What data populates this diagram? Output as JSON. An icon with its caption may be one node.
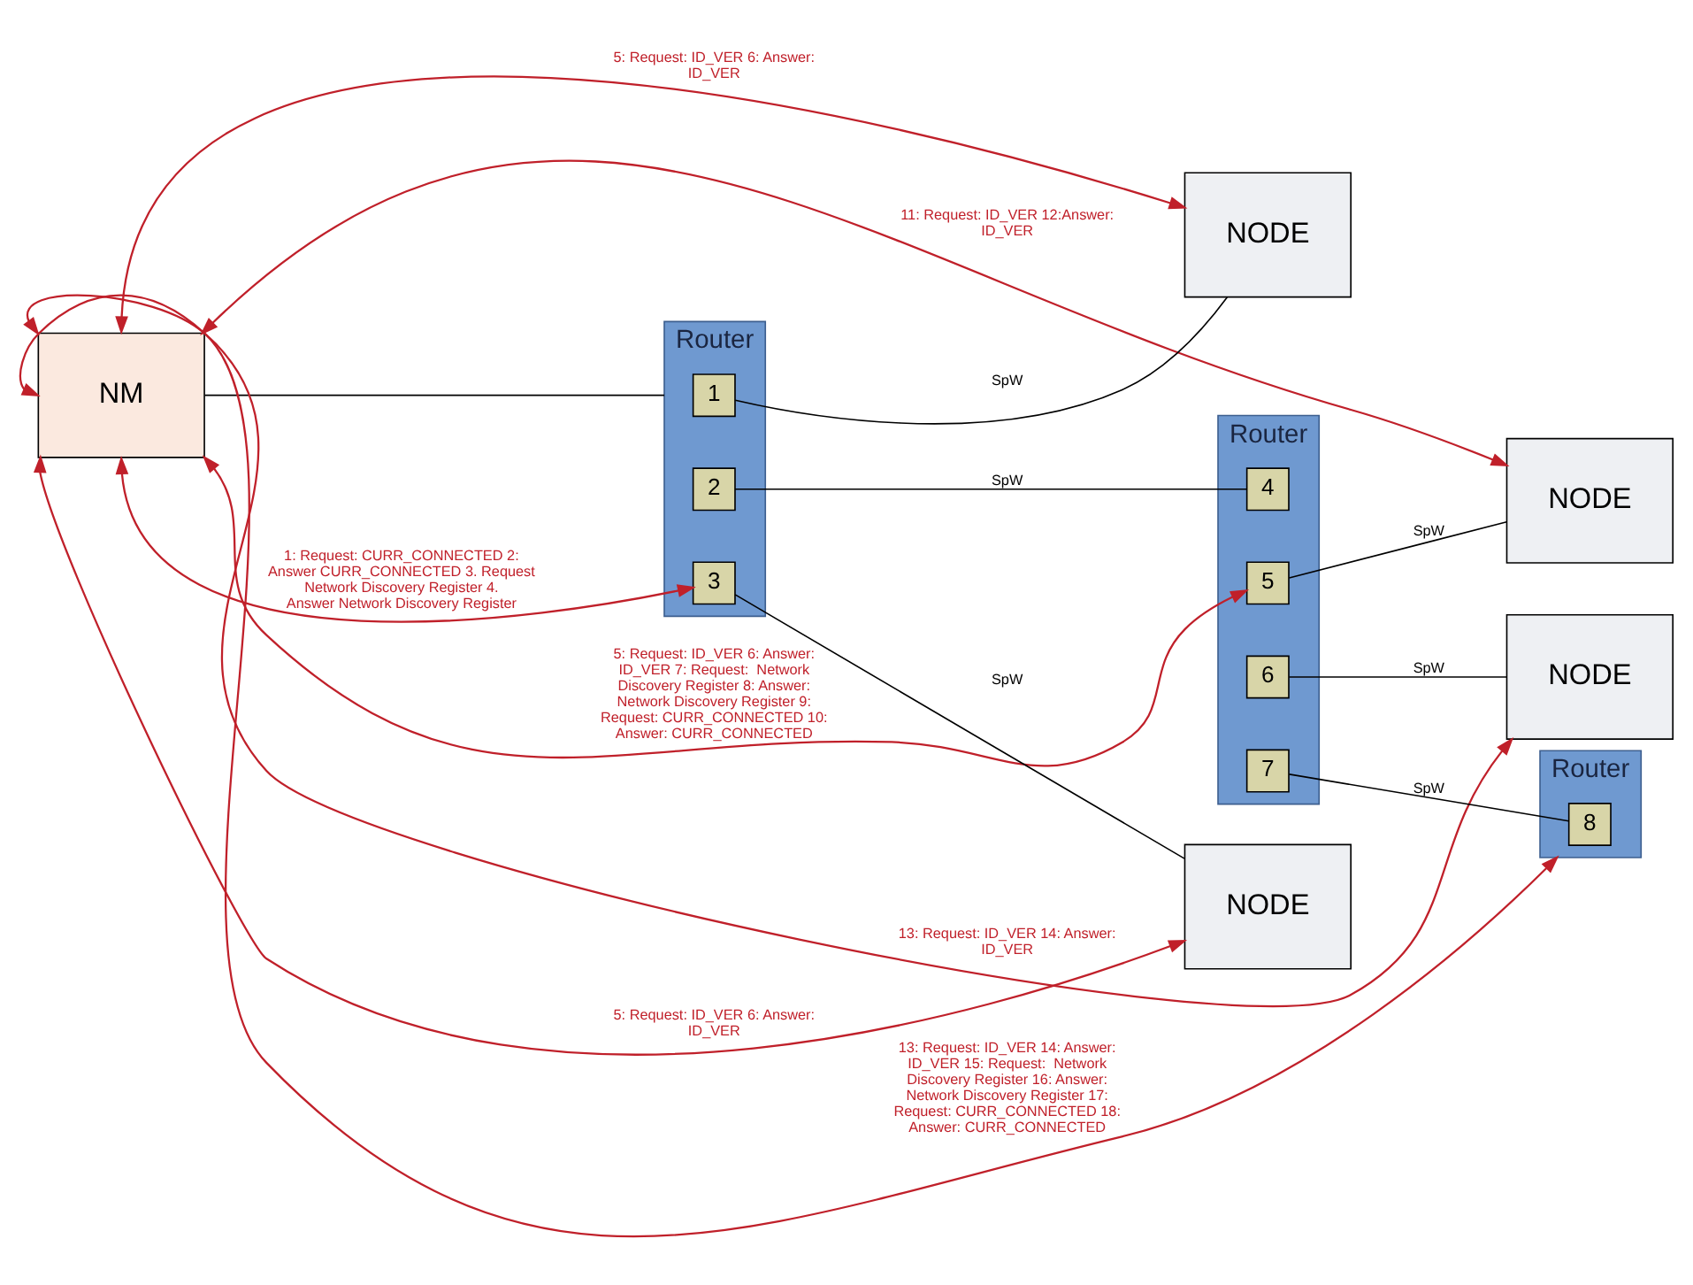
{
  "diagram": {
    "nodes": [
      {
        "text": [
          "NM"
        ]
      },
      {
        "text": [
          "NODE"
        ]
      },
      {
        "text": [
          "NODE"
        ]
      },
      {
        "text": [
          "Router"
        ]
      },
      {
        "text": [
          "1"
        ],
        "in": 3
      },
      {
        "text": [
          "2"
        ],
        "in": 3
      },
      {
        "text": [
          "3"
        ],
        "in": 3
      },
      {
        "text": [
          "Router"
        ]
      },
      {
        "text": [
          "4"
        ],
        "in": 7
      },
      {
        "text": [
          "5"
        ],
        "in": 7
      },
      {
        "text": [
          "6"
        ],
        "in": 7
      },
      {
        "text": [
          "7"
        ],
        "in": 7
      },
      {
        "text": [
          "NODE"
        ]
      },
      {
        "text": [
          "NODE"
        ]
      },
      {
        "text": [
          "Router"
        ]
      },
      {
        "text": [
          "8"
        ],
        "in": 14
      }
    ],
    "edges": [
      {
        "from": 0,
        "to": 3,
        "arrow": "none"
      },
      {
        "from": 4,
        "to": 1,
        "arrow": "none",
        "label": "SpW"
      },
      {
        "from": 5,
        "to": 8,
        "arrow": "none",
        "label": "SpW"
      },
      {
        "from": 6,
        "to": 13,
        "arrow": "none",
        "label": "SpW"
      },
      {
        "from": 9,
        "to": 2,
        "arrow": "none",
        "label": "SpW"
      },
      {
        "from": 10,
        "to": 12,
        "arrow": "none",
        "label": "SpW"
      },
      {
        "from": 11,
        "to": 15,
        "arrow": "none",
        "label": "SpW"
      },
      {
        "from": 0,
        "to": 1,
        "arrow": "both",
        "color": "#c0202a",
        "label": "5: Request: ID_VER 6: Answer: ID_VER"
      },
      {
        "from": 0,
        "to": 2,
        "arrow": "both",
        "color": "#c0202a",
        "label": "11: Request: ID_VER 12:Answer: ID_VER"
      },
      {
        "from": 0,
        "to": 9,
        "arrow": "both",
        "color": "#c0202a",
        "label": "5: Request: ID_VER 6: Answer: ID_VER 7: Request:  Network Discovery Register 8: Answer:  Network Discovery Register 9: Request: CURR_CONNECTED 10: Answer: CURR_CONNECTED"
      },
      {
        "from": 0,
        "to": 6,
        "arrow": "both",
        "color": "#c0202a",
        "label": "1: Request: CURR_CONNECTED 2: Answer CURR_CONNECTED 3. Request Network Discovery Register 4. Answer Network Discovery Register"
      },
      {
        "from": 0,
        "to": 13,
        "arrow": "both",
        "color": "#c0202a",
        "label": "5: Request: ID_VER 6: Answer: ID_VER"
      },
      {
        "from": 0,
        "to": 14,
        "arrow": "both",
        "color": "#c0202a",
        "label": "13: Request: ID_VER 14: Answer: ID_VER 15: Request:  Network Discovery Register 16: Answer:  Network Discovery Register 17: Request: CURR_CONNECTED 18: Answer: CURR_CONNECTED"
      },
      {
        "from": 0,
        "to": 12,
        "arrow": "both",
        "color": "#c0202a",
        "label": "13: Request: ID_VER 14: Answer: ID_VER"
      }
    ]
  }
}
